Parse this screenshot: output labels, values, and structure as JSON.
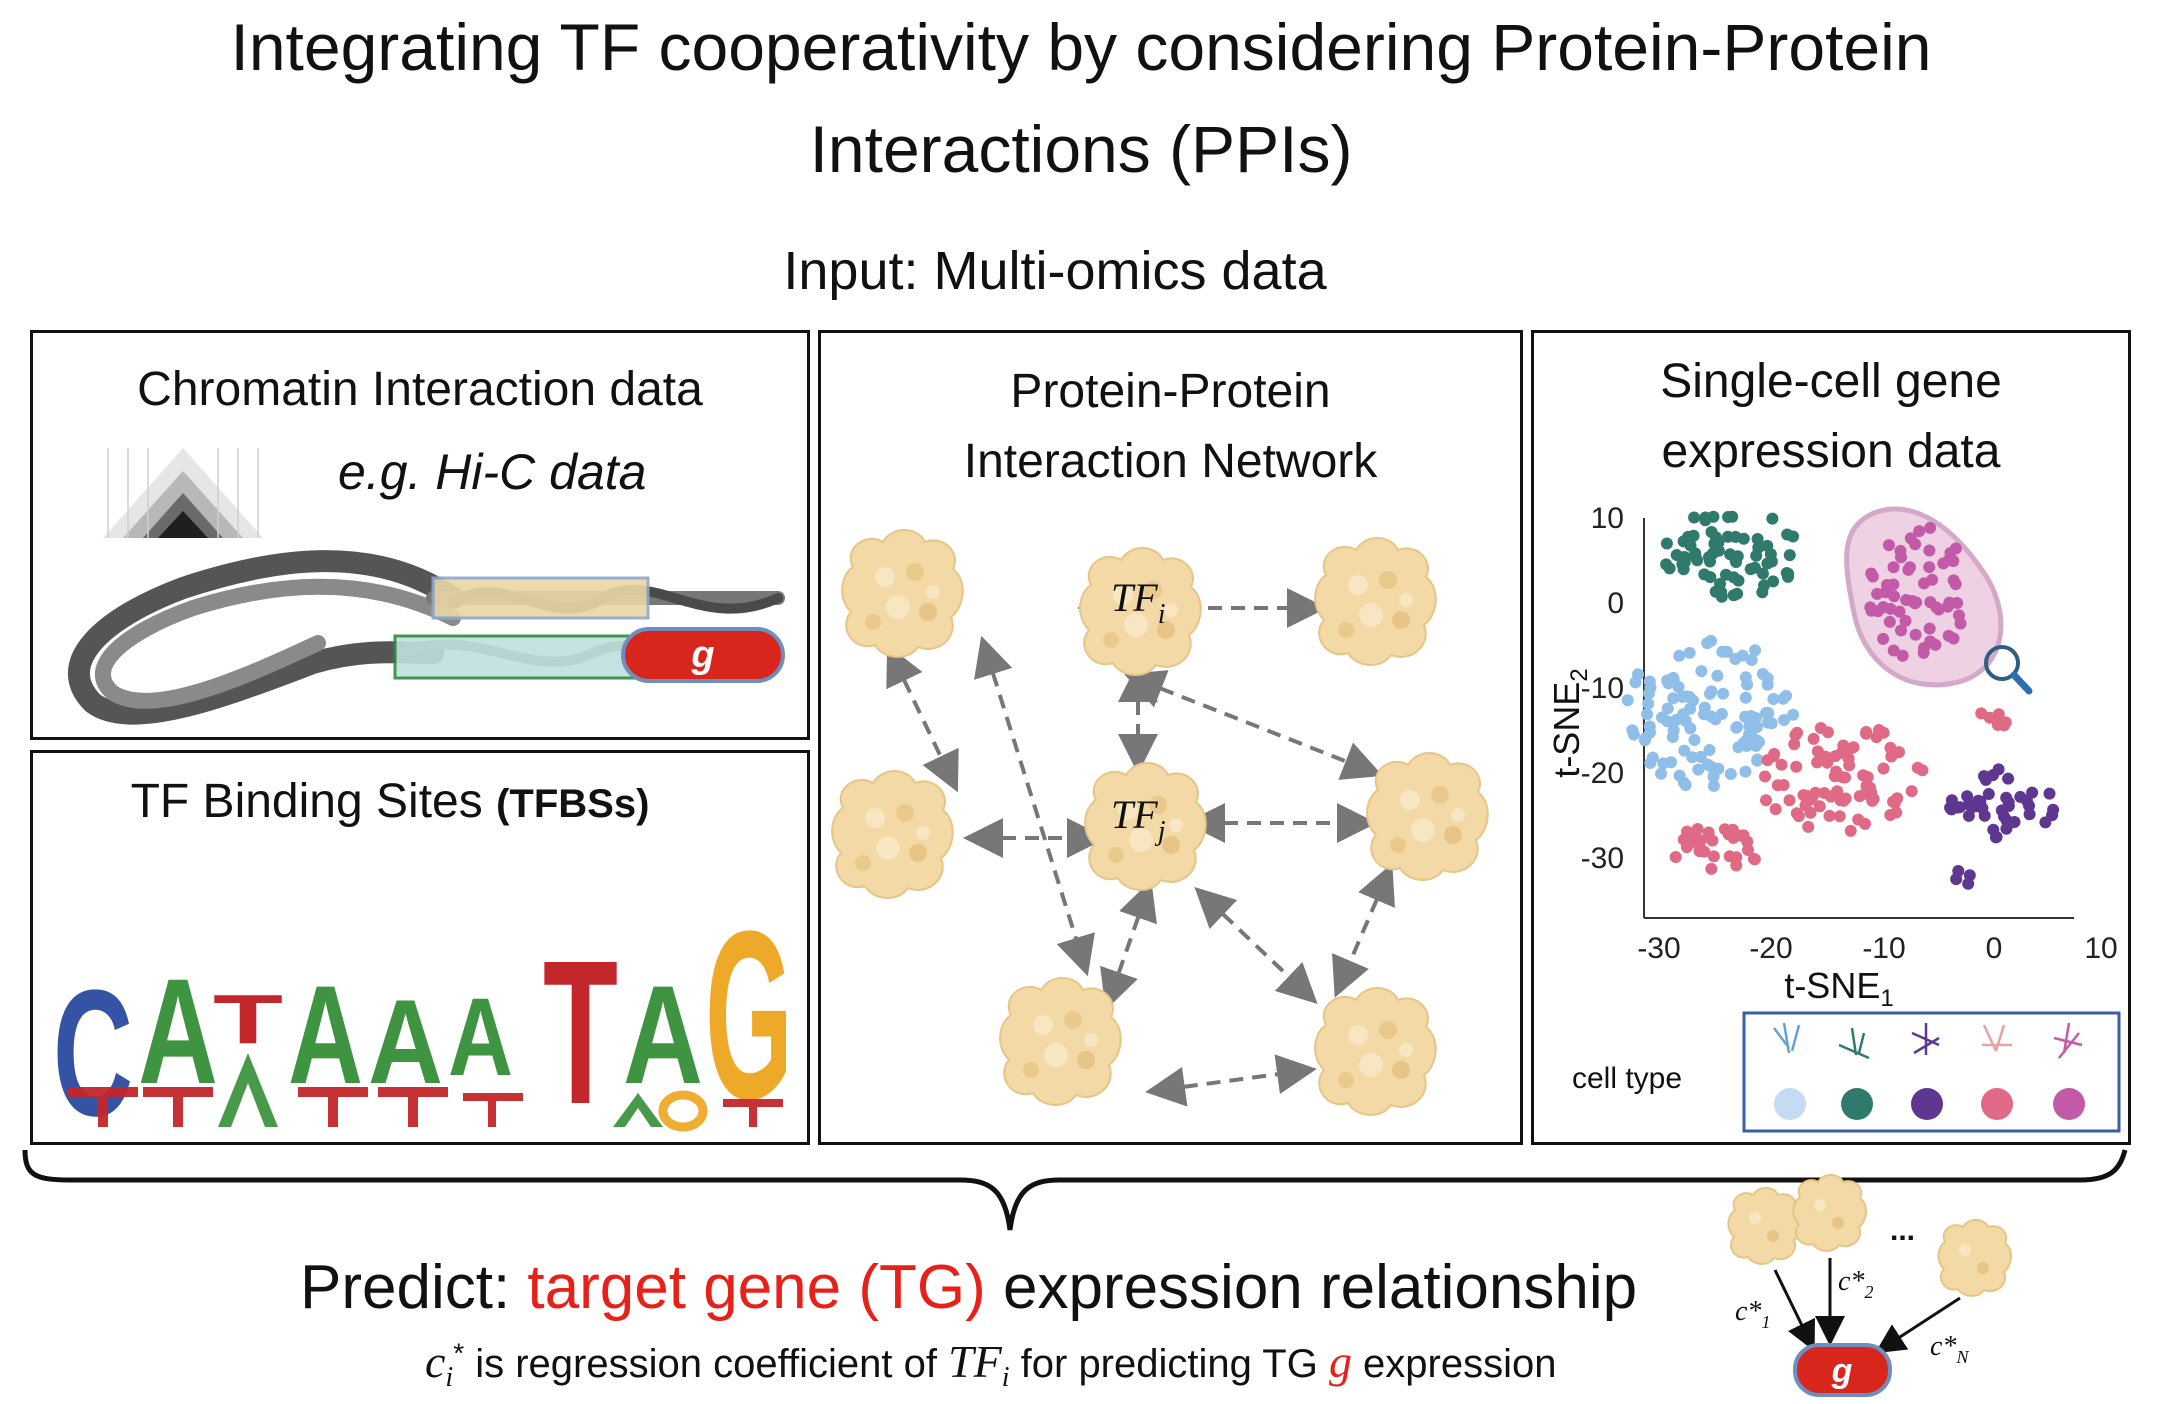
{
  "title": {
    "line1": "Integrating TF cooperativity by considering Protein-Protein",
    "line2": "Interactions (PPIs)"
  },
  "input_label": "Input: Multi-omics data",
  "panels": {
    "chromatin": {
      "title": "Chromatin Interaction data",
      "example": "e.g. Hi-C data",
      "gene": "g"
    },
    "tfbs": {
      "title": "TF Binding Sites",
      "title_bold": "(TFBSs)",
      "motif": [
        "C",
        "A",
        "T",
        "A",
        "A",
        "A",
        "A",
        "T",
        "A",
        "G"
      ]
    },
    "ppi": {
      "title_line1": "Protein-Protein",
      "title_line2": "Interaction Network",
      "tf_i": "TF",
      "tf_i_sub": "i",
      "tf_j": "TF",
      "tf_j_sub": "j"
    },
    "single_cell": {
      "title_line1": "Single-cell gene",
      "title_line2": "expression data",
      "xlabel": "t-SNE",
      "xlabel_sub": "1",
      "ylabel": "t-SNE",
      "ylabel_sub": "2",
      "xticks": [
        "-30",
        "-20",
        "-10",
        "0",
        "10"
      ],
      "yticks": [
        "10",
        "0",
        "-10",
        "-20",
        "-30"
      ],
      "legend_label": "cell type"
    }
  },
  "bottom": {
    "predict_prefix": "Predict: ",
    "predict_red": "target gene (TG)",
    "predict_suffix": " expression relationship",
    "desc_c": "c",
    "desc_c_sub": "i",
    "desc_c_sup": "*",
    "desc_mid": " is regression coefficient of ",
    "desc_tf": "TF",
    "desc_tf_sub": "i",
    "desc_end1": " for predicting TG ",
    "desc_g": "g",
    "desc_end2": " expression"
  },
  "mini": {
    "gene": "g",
    "c1": "c*",
    "c1_sub": "1",
    "c2": "c*",
    "c2_sub": "2",
    "cN": "c*",
    "cN_sub": "N",
    "dots": "..."
  },
  "colors": {
    "red": "#e8201a",
    "gene_fill": "#d9261c",
    "teal": "#2f7a6c",
    "blue": "#8fbfe8",
    "pink": "#e06a86",
    "purple": "#5e3791",
    "magenta": "#c35aa8",
    "protein": "#f2d9a6"
  }
}
